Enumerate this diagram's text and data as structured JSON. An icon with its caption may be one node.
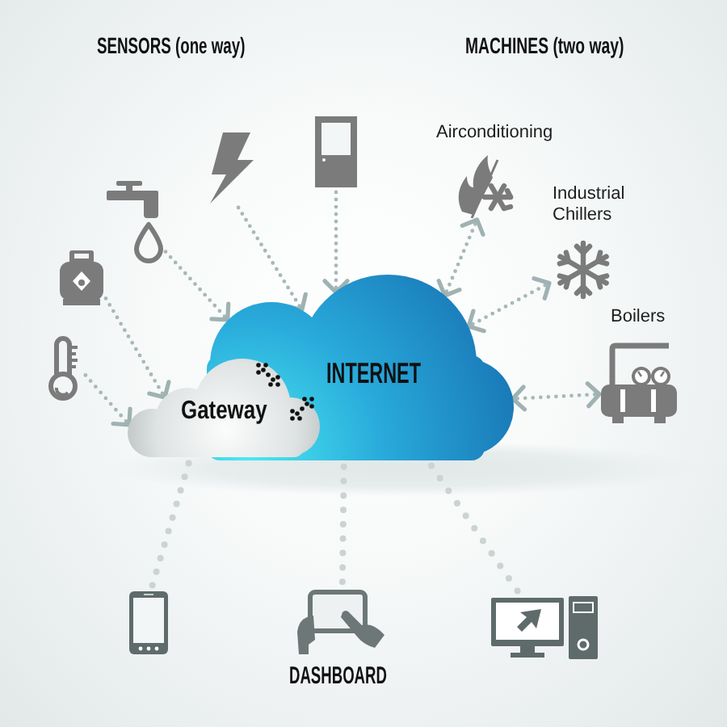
{
  "diagram": {
    "nodes": [
      {
        "text": [
          "INTERNET"
        ]
      },
      {
        "text": [
          "Gateway"
        ]
      },
      {
        "text": [],
        "shape": "picture"
      },
      {
        "text": [],
        "shape": "picture"
      },
      {
        "text": [],
        "shape": "picture"
      },
      {
        "text": [],
        "shape": "picture"
      },
      {
        "text": [],
        "shape": "picture"
      },
      {
        "text": [
          "Airconditioning"
        ]
      },
      {
        "text": [
          "Industrial Chillers"
        ]
      },
      {
        "text": [
          "Boilers"
        ]
      },
      {
        "text": [],
        "shape": "picture"
      },
      {
        "text": [
          "DASHBOARD"
        ]
      },
      {
        "text": [],
        "shape": "picture"
      }
    ],
    "edges": [
      {
        "from": 2,
        "to": 0,
        "arrow": "to"
      },
      {
        "from": 3,
        "to": 0,
        "arrow": "to"
      },
      {
        "from": 4,
        "to": 0,
        "arrow": "to"
      },
      {
        "from": 5,
        "to": 1,
        "arrow": "to"
      },
      {
        "from": 6,
        "to": 1,
        "arrow": "to"
      },
      {
        "from": 7,
        "to": 0,
        "arrow": "both"
      },
      {
        "from": 8,
        "to": 0,
        "arrow": "both"
      },
      {
        "from": 9,
        "to": 0,
        "arrow": "both"
      },
      {
        "from": 1,
        "to": 10,
        "arrow": "none"
      },
      {
        "from": 0,
        "to": 11,
        "arrow": "none"
      },
      {
        "from": 0,
        "to": 12,
        "arrow": "none"
      }
    ],
    "labels": [
      "SENSORS (one way)",
      "MACHINES (two way)"
    ]
  }
}
